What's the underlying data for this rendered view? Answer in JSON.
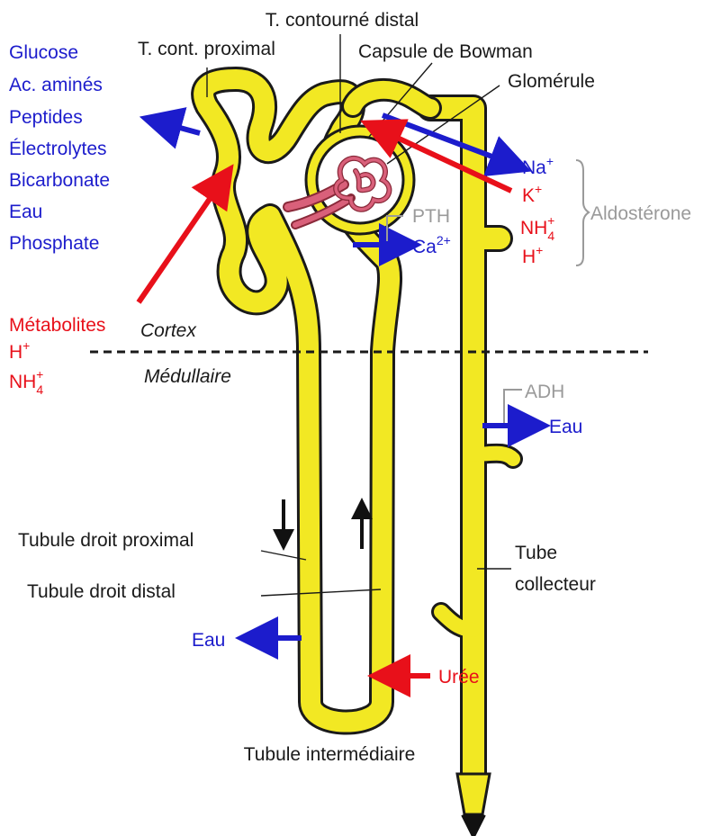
{
  "labels": {
    "t_contourne_distal": "T. contourné distal",
    "t_cont_proximal": "T. cont. proximal",
    "capsule_bowman": "Capsule de Bowman",
    "glomerule": "Glomérule",
    "cortex": "Cortex",
    "medullaire": "Médullaire",
    "tubule_droit_proximal": "Tubule droit proximal",
    "tubule_droit_distal": "Tubule droit distal",
    "tubule_intermediaire": "Tubule intermédiaire",
    "tube_collecteur_1": "Tube",
    "tube_collecteur_2": "collecteur"
  },
  "reabsorbed": [
    "Glucose",
    "Ac. aminés",
    "Peptides",
    "Électrolytes",
    "Bicarbonate",
    "Eau",
    "Phosphate"
  ],
  "secreted_proximal": {
    "metabolites": "Métabolites",
    "h": "H",
    "h_sup": "+",
    "nh": "NH",
    "nh_sub": "4",
    "nh_sup": "+"
  },
  "distal": {
    "na": "Na",
    "na_sup": "+",
    "k": "K",
    "k_sup": "+",
    "nh": "NH",
    "nh_sub": "4",
    "nh_sup": "+",
    "h": "H",
    "h_sup": "+",
    "aldosterone": "Aldostérone",
    "pth": "PTH",
    "ca": "Ca",
    "ca_sup": "2+"
  },
  "medulla": {
    "adh": "ADH",
    "eau_collecteur": "Eau",
    "eau_descending": "Eau",
    "uree": "Urée"
  },
  "colors": {
    "tube_fill": "#f2e823",
    "tube_outline": "#1a1a1a",
    "blue_arrow": "#1c1ccc",
    "red_arrow": "#e8101a",
    "grey_text": "#9a9a9a",
    "vessel": "#d9607a"
  }
}
